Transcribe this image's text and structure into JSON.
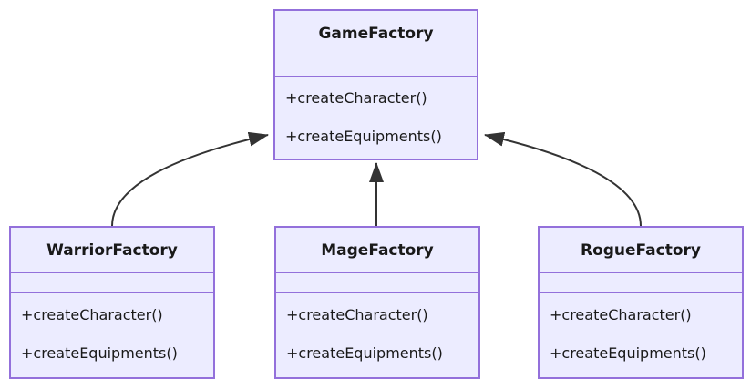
{
  "diagram": {
    "kind": "uml-class-diagram",
    "colors": {
      "box_fill": "#ECECFF",
      "box_border": "#9370DB",
      "arrow": "#333333",
      "text": "#191919",
      "background": "#ffffff"
    },
    "classes": [
      {
        "name": "GameFactory",
        "attributes": [],
        "methods": [
          "+createCharacter()",
          "+createEquipments()"
        ]
      },
      {
        "name": "WarriorFactory",
        "attributes": [],
        "methods": [
          "+createCharacter()",
          "+createEquipments()"
        ]
      },
      {
        "name": "MageFactory",
        "attributes": [],
        "methods": [
          "+createCharacter()",
          "+createEquipments()"
        ]
      },
      {
        "name": "RogueFactory",
        "attributes": [],
        "methods": [
          "+createCharacter()",
          "+createEquipments()"
        ]
      }
    ],
    "relations": [
      {
        "from": "WarriorFactory",
        "to": "GameFactory",
        "arrowhead": "filled-triangle"
      },
      {
        "from": "MageFactory",
        "to": "GameFactory",
        "arrowhead": "filled-triangle"
      },
      {
        "from": "RogueFactory",
        "to": "GameFactory",
        "arrowhead": "filled-triangle"
      }
    ]
  }
}
